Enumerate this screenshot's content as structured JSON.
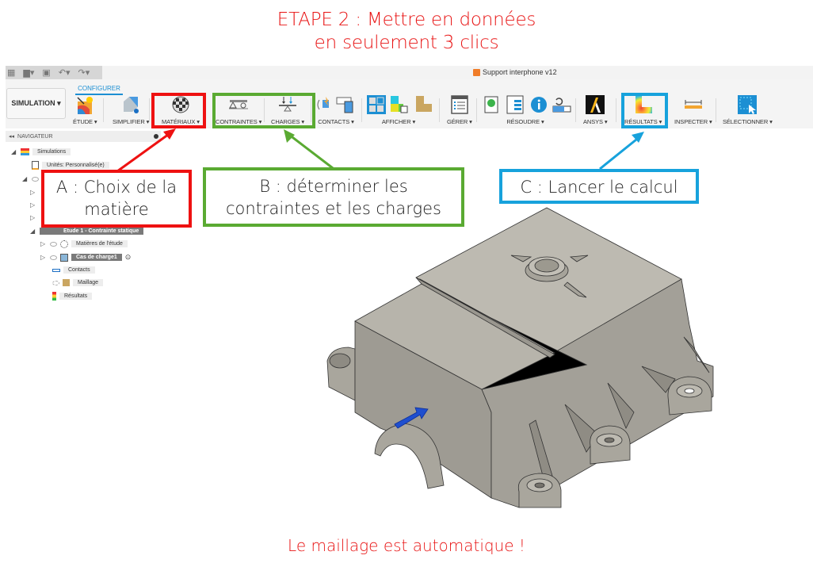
{
  "slide": {
    "title_line1": "ETAPE 2 : Mettre en données",
    "title_line2": "en seulement 3 clics",
    "footer": "Le maillage est  automatique !",
    "accent_red": "#ee1111",
    "accent_green": "#5aaa32",
    "accent_blue": "#17a2dc"
  },
  "window": {
    "document_title": "Support interphone v12",
    "document_icon": "orange-cube-icon",
    "quick_access": [
      "grid-icon",
      "file-icon",
      "save-icon",
      "undo-icon",
      "redo-icon"
    ]
  },
  "ribbon": {
    "workspace": "SIMULATION ▾",
    "active_tab": "CONFIGURER",
    "tools": [
      {
        "id": "etude",
        "label": "ÉTUDE ▾",
        "icon": "study-icon"
      },
      {
        "id": "simplifier",
        "label": "SIMPLIFIER ▾",
        "icon": "simplify-icon"
      },
      {
        "id": "materiaux",
        "label": "MATÉRIAUX ▾",
        "icon": "material-sphere-icon"
      },
      {
        "id": "contraintes",
        "label": "CONTRAINTES ▾",
        "icon": "constraint-icon"
      },
      {
        "id": "charges",
        "label": "CHARGES ▾",
        "icon": "load-icon"
      },
      {
        "id": "contacts",
        "label": "CONTACTS ▾",
        "icon": "contacts-icon"
      },
      {
        "id": "afficher",
        "label": "AFFICHER ▾",
        "icon": "display-icon"
      },
      {
        "id": "gerer",
        "label": "GÉRER ▾",
        "icon": "manage-icon"
      },
      {
        "id": "resoudre",
        "label": "RÉSOUDRE ▾",
        "icon": "solve-icon"
      },
      {
        "id": "ansys",
        "label": "ANSYS ▾",
        "icon": "ansys-icon"
      },
      {
        "id": "resultats",
        "label": "RÉSULTATS ▾",
        "icon": "results-icon"
      },
      {
        "id": "inspecter",
        "label": "INSPECTER ▾",
        "icon": "measure-icon"
      },
      {
        "id": "selectionner",
        "label": "SÉLECTIONNER ▾",
        "icon": "select-icon"
      }
    ]
  },
  "navigator": {
    "title": "NAVIGATEUR",
    "items": [
      {
        "label": "Simulations",
        "level": 0
      },
      {
        "label": "Unités: Personnalisé(e)",
        "level": 1
      },
      {
        "label": "Etude 1 - Contrainte statique",
        "level": 1,
        "selected": true
      },
      {
        "label": "Matières de l'étude",
        "level": 2
      },
      {
        "label": "Cas de charge1",
        "level": 2,
        "selected": true
      },
      {
        "label": "Contacts",
        "level": 2
      },
      {
        "label": "Maillage",
        "level": 2
      },
      {
        "label": "Résultats",
        "level": 2
      }
    ]
  },
  "callouts": {
    "a_line1": "A : Choix de la",
    "a_line2": "matière",
    "b_line1": "B : déterminer les",
    "b_line2": "contraintes et les charges",
    "c_line1": "C : Lancer le calcul"
  },
  "model": {
    "name": "support interphone 3D part",
    "body_color": "#a8a59c",
    "load_arrow_color": "#1f4fcf"
  }
}
